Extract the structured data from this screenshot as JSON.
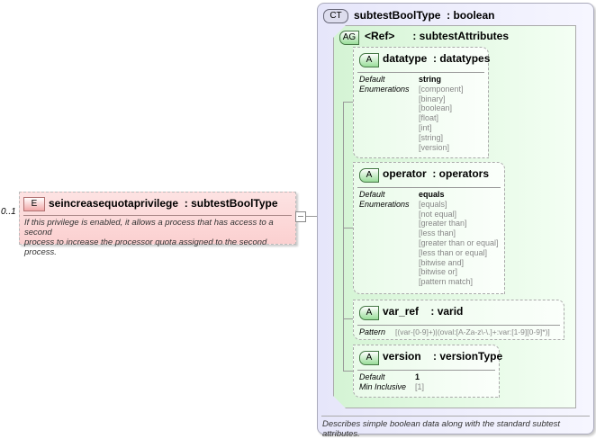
{
  "element": {
    "occurrence": "0..1",
    "badge": "E",
    "title": "seincreasequotaprivilege  : subtestBoolType",
    "doc_lines": [
      "If this privilege is enabled, it allows a process that has access to a second",
      "process to increase the processor quota assigned to the second process."
    ]
  },
  "complex_type": {
    "badge": "CT",
    "title": "subtestBoolType  : boolean",
    "doc": "Describes simple boolean data along with the standard subtest attributes."
  },
  "attribute_group": {
    "badge": "AG",
    "title": "<Ref>      : subtestAttributes"
  },
  "attributes": [
    {
      "badge": "A",
      "title": "datatype  : datatypes",
      "default_label": "Default",
      "default": "string",
      "enum_label": "Enumerations",
      "enumerations": [
        "[component]",
        "[binary]",
        "[boolean]",
        "[float]",
        "[int]",
        "[string]",
        "[version]"
      ]
    },
    {
      "badge": "A",
      "title": "operator  : operators",
      "default_label": "Default",
      "default": "equals",
      "enum_label": "Enumerations",
      "enumerations": [
        "[equals]",
        "[not equal]",
        "[greater than]",
        "[less than]",
        "[greater than or equal]",
        "[less than or equal]",
        "[bitwise and]",
        "[bitwise or]",
        "[pattern match]"
      ]
    },
    {
      "badge": "A",
      "title": "var_ref    : varid",
      "pattern_label": "Pattern",
      "pattern": "[(var-[0-9]+)|(oval:[A-Za-z\\-\\.]+:var:[1-9][0-9]*)]"
    },
    {
      "badge": "A",
      "title": "version    : versionType",
      "default_label": "Default",
      "default": "1",
      "min_label": "Min Inclusive",
      "min": "[1]"
    }
  ]
}
